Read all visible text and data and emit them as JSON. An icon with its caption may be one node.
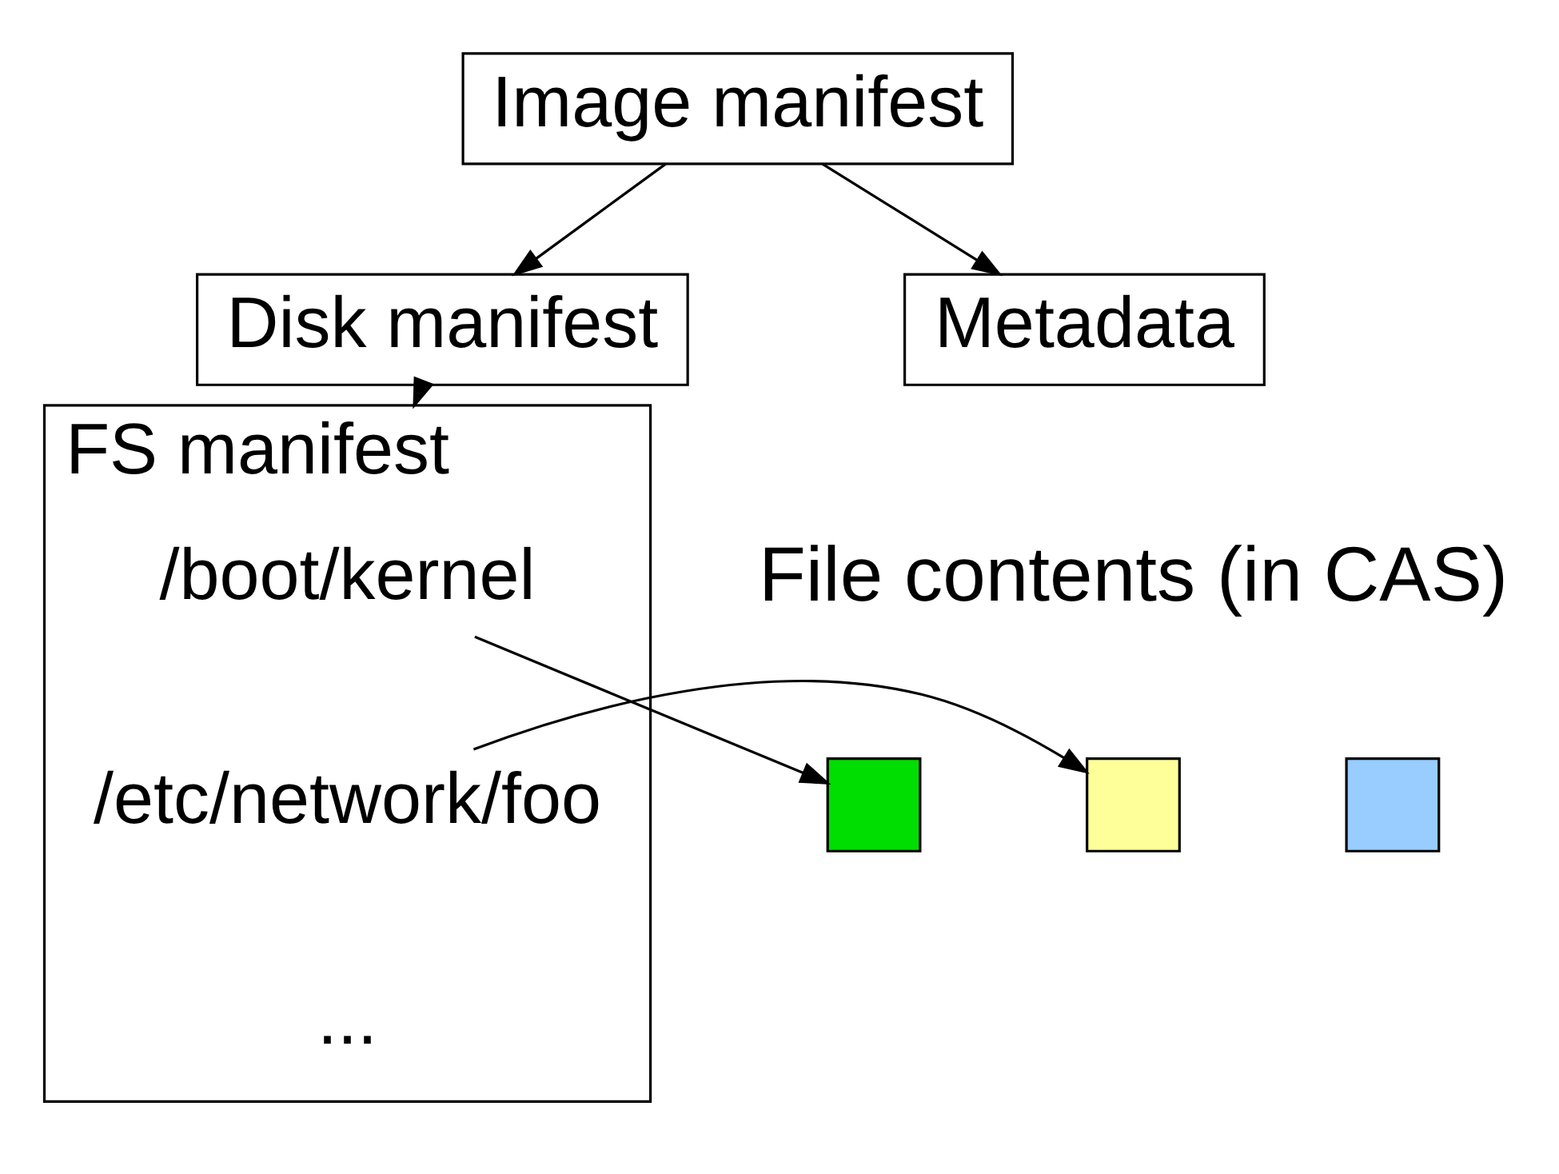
{
  "diagram": {
    "nodes": [
      {
        "text": [
          "Image manifest"
        ]
      },
      {
        "text": [
          "Disk manifest"
        ]
      },
      {
        "text": [
          "Metadata"
        ]
      },
      {
        "text": [
          "FS manifest"
        ]
      },
      {
        "text": [
          "/boot/kernel"
        ],
        "in": 3
      },
      {
        "text": [
          "/etc/network/foo"
        ],
        "in": 3
      },
      {
        "text": [
          "..."
        ],
        "in": 3
      },
      {
        "text": [],
        "shape": "box"
      },
      {
        "text": [],
        "shape": "box"
      },
      {
        "text": [],
        "shape": "box"
      }
    ],
    "edges": [
      {
        "from": 0,
        "to": 1,
        "arrow": "to"
      },
      {
        "from": 0,
        "to": 2,
        "arrow": "to"
      },
      {
        "from": 1,
        "to": 3,
        "arrow": "to"
      },
      {
        "from": 4,
        "to": 7,
        "arrow": "to"
      },
      {
        "from": 5,
        "to": 8,
        "arrow": "to"
      }
    ],
    "labels": [
      "File contents (in CAS)"
    ]
  }
}
